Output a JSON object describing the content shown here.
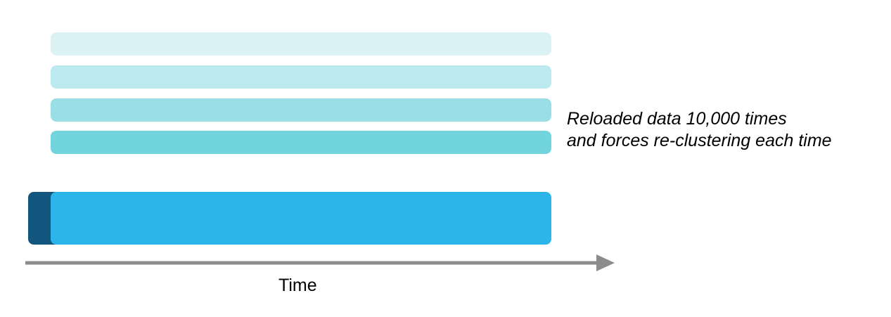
{
  "annotation": {
    "line1": "Reloaded data 10,000 times",
    "line2": "and forces re-clustering each time"
  },
  "axis": {
    "label": "Time"
  },
  "colors": {
    "reload_bar_1": "#dcf3f6",
    "reload_bar_2": "#bce9ee",
    "reload_bar_3": "#9adfe6",
    "reload_bar_4": "#72d4dd",
    "lead_segment": "#12557d",
    "main_bar": "#2bb5e8",
    "axis": "#8c8c8c"
  },
  "icons": {
    "axis_arrow": "arrow-right-icon"
  }
}
